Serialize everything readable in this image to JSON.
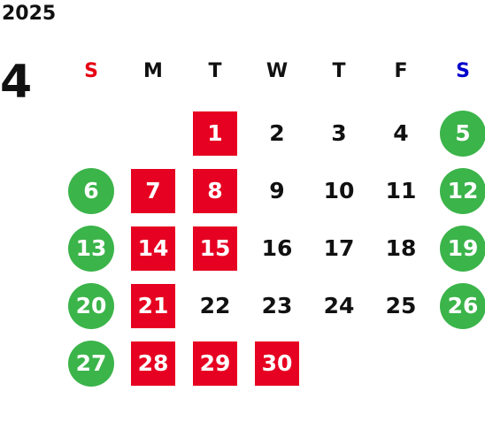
{
  "year": "2025",
  "month": "4",
  "colors": {
    "sunday": "#e60012",
    "saturday": "#0000cc",
    "weekday": "#111111",
    "green_circle": "#3bb44a",
    "red_square": "#e60021"
  },
  "weekdays": [
    {
      "label": "S",
      "color": "sunday"
    },
    {
      "label": "M",
      "color": "weekday"
    },
    {
      "label": "T",
      "color": "weekday"
    },
    {
      "label": "W",
      "color": "weekday"
    },
    {
      "label": "T",
      "color": "weekday"
    },
    {
      "label": "F",
      "color": "weekday"
    },
    {
      "label": "S",
      "color": "saturday"
    }
  ],
  "weeks": [
    [
      null,
      null,
      {
        "d": "1",
        "style": "square"
      },
      {
        "d": "2"
      },
      {
        "d": "3"
      },
      {
        "d": "4"
      },
      {
        "d": "5",
        "style": "circle"
      }
    ],
    [
      {
        "d": "6",
        "style": "circle"
      },
      {
        "d": "7",
        "style": "square"
      },
      {
        "d": "8",
        "style": "square"
      },
      {
        "d": "9"
      },
      {
        "d": "10"
      },
      {
        "d": "11"
      },
      {
        "d": "12",
        "style": "circle"
      }
    ],
    [
      {
        "d": "13",
        "style": "circle"
      },
      {
        "d": "14",
        "style": "square"
      },
      {
        "d": "15",
        "style": "square"
      },
      {
        "d": "16"
      },
      {
        "d": "17"
      },
      {
        "d": "18"
      },
      {
        "d": "19",
        "style": "circle"
      }
    ],
    [
      {
        "d": "20",
        "style": "circle"
      },
      {
        "d": "21",
        "style": "square"
      },
      {
        "d": "22"
      },
      {
        "d": "23"
      },
      {
        "d": "24"
      },
      {
        "d": "25"
      },
      {
        "d": "26",
        "style": "circle"
      }
    ],
    [
      {
        "d": "27",
        "style": "circle"
      },
      {
        "d": "28",
        "style": "square"
      },
      {
        "d": "29",
        "style": "square"
      },
      {
        "d": "30",
        "style": "square"
      },
      null,
      null,
      null
    ]
  ]
}
